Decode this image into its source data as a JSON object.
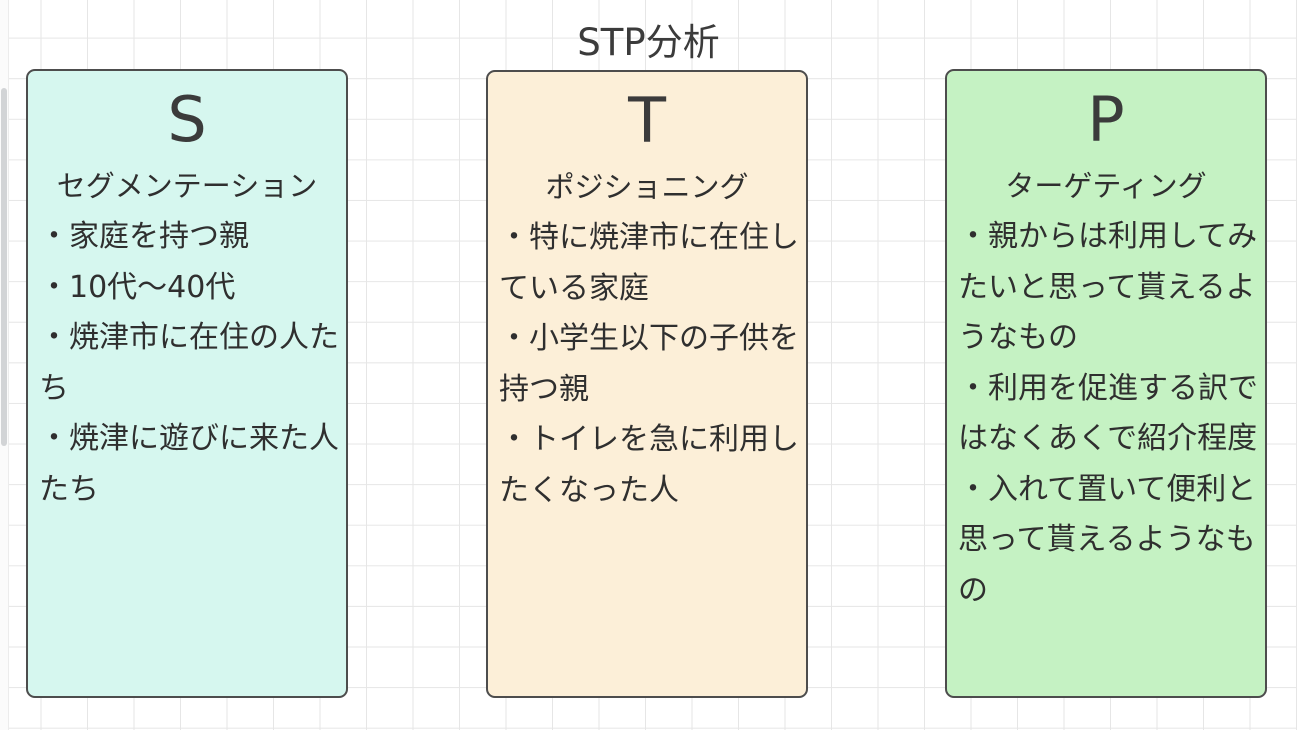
{
  "diagram": {
    "title": "STP分析",
    "background": {
      "grid": true,
      "grid_color": "#e6e6e6",
      "canvas_color": "#ffffff"
    },
    "cards": [
      {
        "letter": "S",
        "subtitle": "セグメンテーション",
        "fill_color": "#d6f7ef",
        "border_color": "#4d4d4d",
        "bullets": [
          "・家庭を持つ親",
          "・10代〜40代",
          "・焼津市に在住の人たち",
          "・焼津に遊びに来た人たち"
        ]
      },
      {
        "letter": "T",
        "subtitle": "ポジショニング",
        "fill_color": "#fcefd8",
        "border_color": "#4d4d4d",
        "bullets": [
          "・特に焼津市に在住している家庭",
          "・小学生以下の子供を持つ親",
          "・トイレを急に利用したくなった人"
        ]
      },
      {
        "letter": "P",
        "subtitle": "ターゲティング",
        "fill_color": "#c5f2c3",
        "border_color": "#4d4d4d",
        "bullets": [
          "・親からは利用してみたいと思って貰えるようなもの",
          "・利用を促進する訳ではなくあくで紹介程度",
          "・入れて置いて便利と思って貰えるようなもの"
        ]
      }
    ]
  },
  "scrollbar": {
    "orientation": "vertical",
    "position": "left"
  }
}
